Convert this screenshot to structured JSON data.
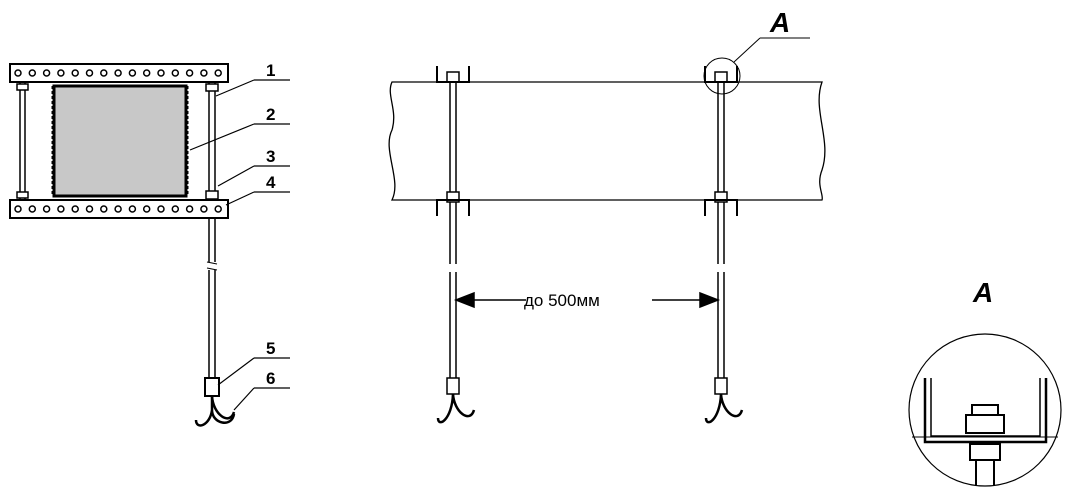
{
  "callouts": [
    "1",
    "2",
    "3",
    "4",
    "5",
    "6"
  ],
  "view_mark": "A",
  "detail_title": "A",
  "dimension_text": "до 500мм",
  "colors": {
    "line": "#000000",
    "fill_gray": "#c8c8c8",
    "background": "#ffffff"
  }
}
